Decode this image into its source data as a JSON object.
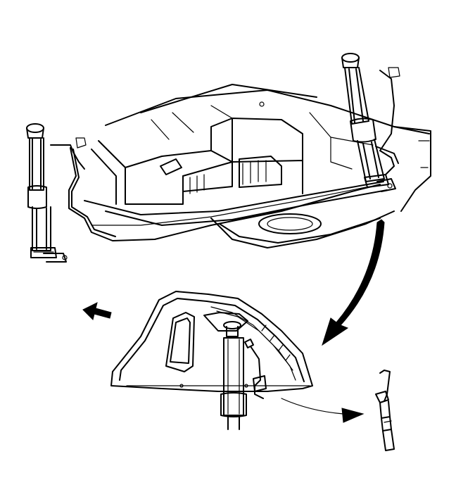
{
  "figure": {
    "kind": "technical-line-illustration",
    "colors": {
      "line": "#000000",
      "background": "#ffffff"
    },
    "parts": [
      "underbody-floor-pan",
      "left-rear-shock-absorber",
      "right-rear-shock-absorber",
      "shock-harness",
      "detail-inner-fender-panel",
      "detail-shock-absorber",
      "electrical-connector-detail"
    ],
    "callouts": [
      "direction-arrow-left",
      "detail-callout-arrow",
      "connector-callout-arrow"
    ]
  }
}
